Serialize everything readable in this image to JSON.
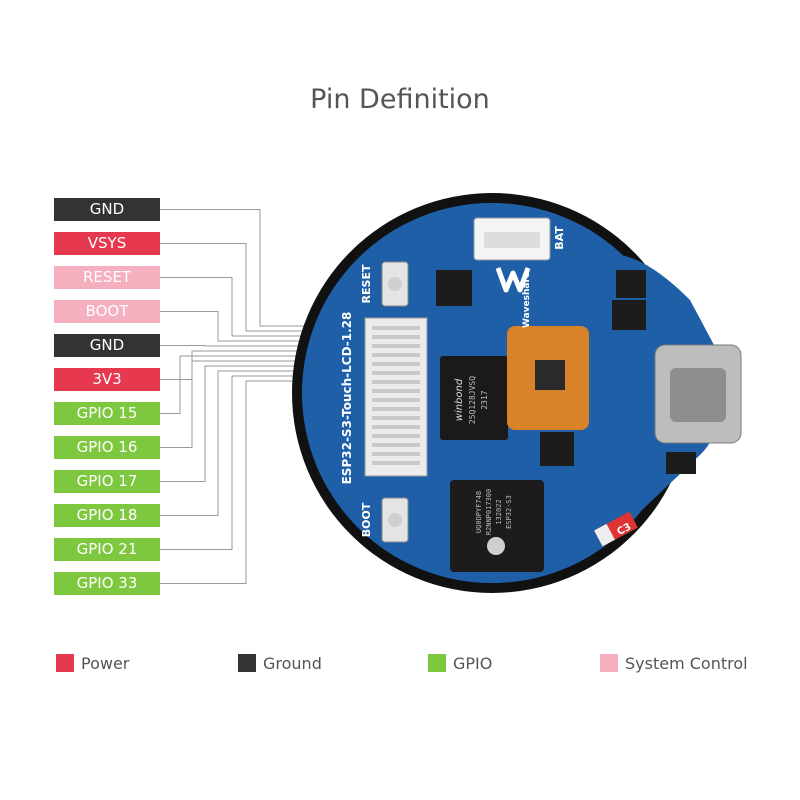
{
  "title": "Pin Definition",
  "colors": {
    "power": "#E63950",
    "ground": "#333333",
    "gpio": "#7DC83F",
    "system": "#F5AFBE",
    "board": "#1E5FA8",
    "screen": "#111111"
  },
  "pins": [
    {
      "label": "GND",
      "type": "ground"
    },
    {
      "label": "VSYS",
      "type": "power"
    },
    {
      "label": "RESET",
      "type": "system"
    },
    {
      "label": "BOOT",
      "type": "system"
    },
    {
      "label": "GND",
      "type": "ground"
    },
    {
      "label": "3V3",
      "type": "power"
    },
    {
      "label": "GPIO 15",
      "type": "gpio"
    },
    {
      "label": "GPIO 16",
      "type": "gpio"
    },
    {
      "label": "GPIO 17",
      "type": "gpio"
    },
    {
      "label": "GPIO 18",
      "type": "gpio"
    },
    {
      "label": "GPIO 21",
      "type": "gpio"
    },
    {
      "label": "GPIO 33",
      "type": "gpio"
    }
  ],
  "legend": [
    {
      "label": "Power",
      "type": "power"
    },
    {
      "label": "Ground",
      "type": "ground"
    },
    {
      "label": "GPIO",
      "type": "gpio"
    },
    {
      "label": "System Control",
      "type": "system"
    }
  ],
  "board": {
    "name": "ESP32-S3-Touch-LCD-1.28",
    "reset_label": "RESET",
    "boot_label": "BOOT",
    "bat_label": "BAT",
    "brand": "Waveshare",
    "flash_brand": "winbond",
    "flash_part": "25Q128JVSQ",
    "flash_code": "2317",
    "mcu_line1": "UQ0DPYF748",
    "mcu_line2": "R2NNP017300",
    "mcu_line3": "132022",
    "mcu_line4": "ESP32-S3",
    "c3_label": "C3"
  }
}
